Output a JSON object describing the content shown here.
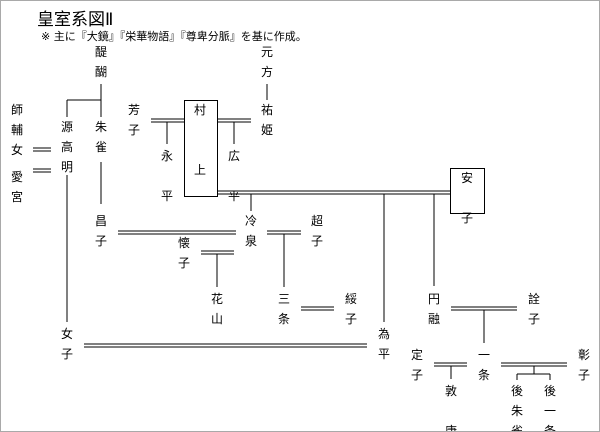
{
  "diagram": {
    "title": "皇室系図Ⅱ",
    "note": "※ 主に『大鏡』『栄華物語』『尊卑分脈』を基に作成。",
    "people": {
      "daigo": "醍\n醐",
      "genta": "元\n方",
      "sukehime": "祐\n姫",
      "shiho": "師\n輔\n女",
      "aimiya": "愛\n宮",
      "minamoto": "源\n高\n明",
      "suzaku": "朱\n雀",
      "hoshi": "芳\n子",
      "murakami": "村\n\n\n上",
      "eihei": "永\n\n平",
      "kohei": "広\n\n平",
      "anshi": "安\n\n子",
      "shoshi": "昌\n子",
      "reizei": "冷\n泉",
      "choshi": "超\n子",
      "kaishi": "懐\n子",
      "kazan": "花\n山",
      "sanjo": "三\n条",
      "suishi": "綏\n子",
      "enyu": "円\n融",
      "senshi": "詮\n子",
      "nyoshi": "女\n子",
      "tamehira": "為\n平",
      "teishi": "定\n子",
      "ichijo": "一\n条",
      "shoshi2": "彰\n子",
      "atsuyasu": "敦\n\n康",
      "gosuzaku": "後\n朱\n雀",
      "goichijo": "後\n一\n条"
    }
  }
}
